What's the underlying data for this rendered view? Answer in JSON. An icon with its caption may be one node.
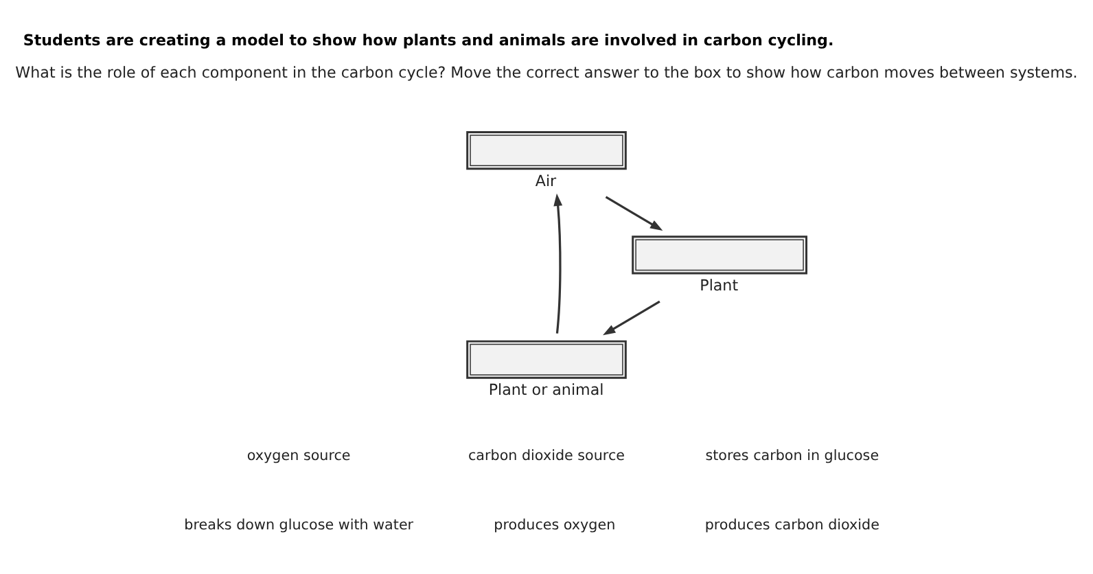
{
  "diagram": {
    "title": "Students are creating a model to show how plants and animals are involved in carbon cycling.",
    "nodes": [
      {
        "text": [
          "Air"
        ]
      },
      {
        "text": [
          "Plant"
        ]
      },
      {
        "text": [
          "Plant or animal"
        ]
      }
    ],
    "edges": [
      {
        "from": 0,
        "to": 1,
        "arrow": "to"
      },
      {
        "from": 1,
        "to": 2,
        "arrow": "to"
      },
      {
        "from": 2,
        "to": 0,
        "arrow": "to"
      }
    ],
    "labels": [
      "What is the role of each component in the carbon cycle? Move the correct answer to the box to show how carbon moves between systems.",
      "oxygen source",
      "carbon dioxide source",
      "stores carbon in glucose",
      "breaks down glucose with water",
      "produces oxygen",
      "produces carbon dioxide"
    ]
  }
}
